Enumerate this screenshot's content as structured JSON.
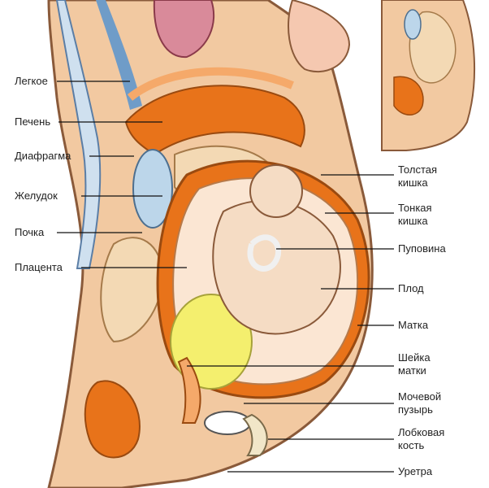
{
  "left_labels": {
    "lung": "Легкое",
    "liver": "Печень",
    "diaphragm": "Диафрагма",
    "stomach": "Желудок",
    "kidney": "Почка",
    "placenta": "Плацента"
  },
  "right_labels": {
    "large_intestine": "Толстая\nкишка",
    "small_intestine": "Тонкая\nкишка",
    "umbilical_cord": "Пуповина",
    "fetus": "Плод",
    "uterus": "Матка",
    "cervix": "Шейка\nматки",
    "bladder": "Мочевой\nпузырь",
    "pubic_bone": "Лобковая\nкость",
    "urethra": "Уретра"
  },
  "colors": {
    "skin": "#f2c9a1",
    "skin_outline": "#8a5a3a",
    "organ_orange": "#e8731a",
    "organ_light_orange": "#f5a96a",
    "intestine": "#f3d9b4",
    "fetus": "#f5dcc4",
    "placenta_yellow": "#f4ef6e",
    "stomach_blue": "#bcd6ea",
    "lung_pink": "#d98a9a",
    "spine_blue": "#6f9cc8"
  }
}
